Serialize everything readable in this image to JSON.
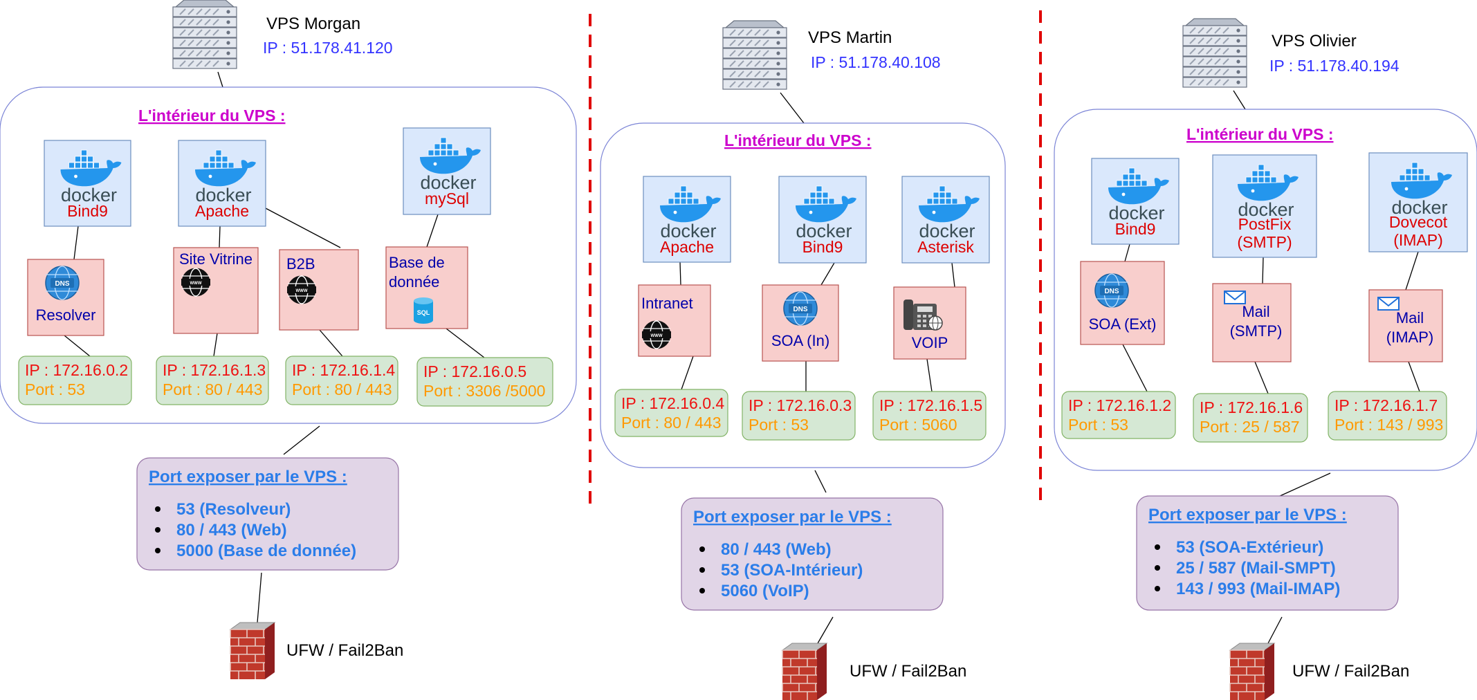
{
  "colors": {
    "vps_border": "#7b84d6",
    "docker_box": "#dae8fc",
    "docker_border": "#6c8ebf",
    "service_box": "#f8cecc",
    "service_border": "#b85450",
    "ip_box": "#d5e8d4",
    "ip_border": "#82b366",
    "ports_box": "#e1d5e7",
    "ports_border": "#9673a6",
    "divider": "#e00000",
    "docker_blue": "#2496ed"
  },
  "vps": [
    {
      "name": "VPS Morgan",
      "ip": "IP : 51.178.41.120",
      "inside_title": "L'intérieur du VPS :",
      "containers": [
        {
          "label": "Bind9",
          "icon": "docker-icon"
        },
        {
          "label": "Apache",
          "icon": "docker-icon"
        },
        {
          "label": "mySql",
          "icon": "docker-icon"
        }
      ],
      "services": [
        {
          "label": "Resolver",
          "icon": "dns-icon"
        },
        {
          "label": "Site Vitrine",
          "icon": "www-icon"
        },
        {
          "label": "B2B",
          "icon": "www-icon"
        },
        {
          "label": "Base de\ndonnée",
          "icon": "sql-icon"
        }
      ],
      "endpoints": [
        {
          "ip": "IP : 172.16.0.2",
          "port": "Port : 53"
        },
        {
          "ip": "IP : 172.16.1.3",
          "port": "Port : 80 / 443"
        },
        {
          "ip": "IP : 172.16.1.4",
          "port": "Port : 80 / 443"
        },
        {
          "ip": "IP : 172.16.0.5",
          "port": "Port : 3306 /5000"
        }
      ],
      "ports_title": "Port exposer  par le VPS :",
      "ports": [
        "53 (Resolveur)",
        "80 / 443 (Web)",
        "5000 (Base de donnée)"
      ],
      "firewall": "UFW / Fail2Ban"
    },
    {
      "name": "VPS Martin",
      "ip": "IP : 51.178.40.108",
      "inside_title": "L'intérieur du VPS :",
      "containers": [
        {
          "label": "Apache",
          "icon": "docker-icon"
        },
        {
          "label": "Bind9",
          "icon": "docker-icon"
        },
        {
          "label": "Asterisk",
          "icon": "docker-icon"
        }
      ],
      "services": [
        {
          "label": "Intranet",
          "icon": "www-icon"
        },
        {
          "label": "SOA (In)",
          "icon": "dns-icon"
        },
        {
          "label": "VOIP",
          "icon": "phone-icon"
        }
      ],
      "endpoints": [
        {
          "ip": "IP : 172.16.0.4",
          "port": "Port : 80 / 443"
        },
        {
          "ip": "IP : 172.16.0.3",
          "port": "Port : 53"
        },
        {
          "ip": "IP : 172.16.1.5",
          "port": "Port : 5060"
        }
      ],
      "ports_title": "Port exposer  par le VPS :",
      "ports": [
        "80 / 443 (Web)",
        "53 (SOA-Intérieur)",
        "5060 (VoIP)"
      ],
      "firewall": "UFW / Fail2Ban"
    },
    {
      "name": "VPS Olivier",
      "ip": "IP : 51.178.40.194",
      "inside_title": "L'intérieur du VPS :",
      "containers": [
        {
          "label": "Bind9",
          "icon": "docker-icon"
        },
        {
          "label": "PostFix\n(SMTP)",
          "icon": "docker-icon"
        },
        {
          "label": "Dovecot\n(IMAP)",
          "icon": "docker-icon"
        }
      ],
      "services": [
        {
          "label": "SOA (Ext)",
          "icon": "dns-icon"
        },
        {
          "label": "Mail\n(SMTP)",
          "icon": "mail-icon"
        },
        {
          "label": "Mail\n(IMAP)",
          "icon": "mail-icon"
        }
      ],
      "endpoints": [
        {
          "ip": "IP : 172.16.1.2",
          "port": "Port : 53"
        },
        {
          "ip": "IP : 172.16.1.6",
          "port": "Port : 25 / 587"
        },
        {
          "ip": "IP : 172.16.1.7",
          "port": "Port : 143 / 993"
        }
      ],
      "ports_title": "Port exposer  par le VPS :",
      "ports": [
        "53 (SOA-Extérieur)",
        "25 / 587 (Mail-SMPT)",
        "143 / 993 (Mail-IMAP)"
      ],
      "firewall": "UFW / Fail2Ban"
    }
  ],
  "icon_texts": {
    "docker_word": "docker",
    "www": "WWW",
    "dns": "DNS",
    "sql": "SQL"
  }
}
